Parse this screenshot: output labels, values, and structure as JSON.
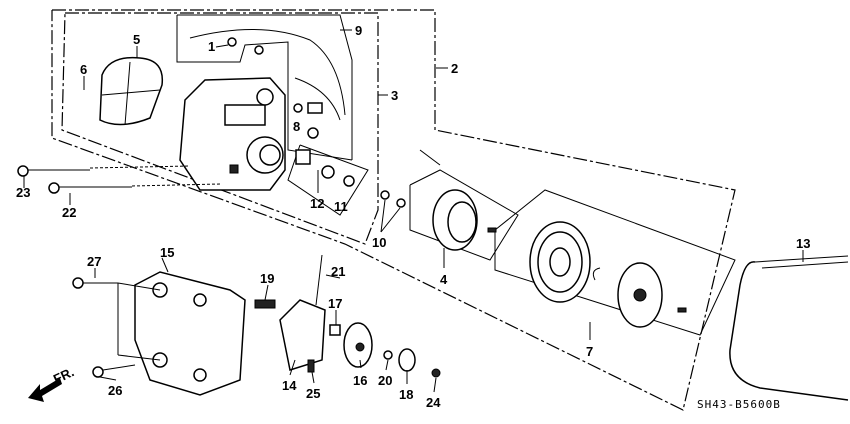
{
  "callouts": {
    "c1": "1",
    "c2": "2",
    "c3": "3",
    "c4": "4",
    "c5": "5",
    "c6": "6",
    "c7": "7",
    "c8": "8",
    "c9": "9",
    "c10": "10",
    "c11": "11",
    "c12": "12",
    "c13": "13",
    "c14": "14",
    "c15": "15",
    "c16": "16",
    "c17": "17",
    "c18": "18",
    "c19": "19",
    "c20": "20",
    "c21": "21",
    "c22": "22",
    "c23": "23",
    "c24": "24",
    "c25": "25",
    "c26": "26",
    "c27": "27"
  },
  "direction_label": "FR.",
  "diagram_code": "SH43-B5600B"
}
